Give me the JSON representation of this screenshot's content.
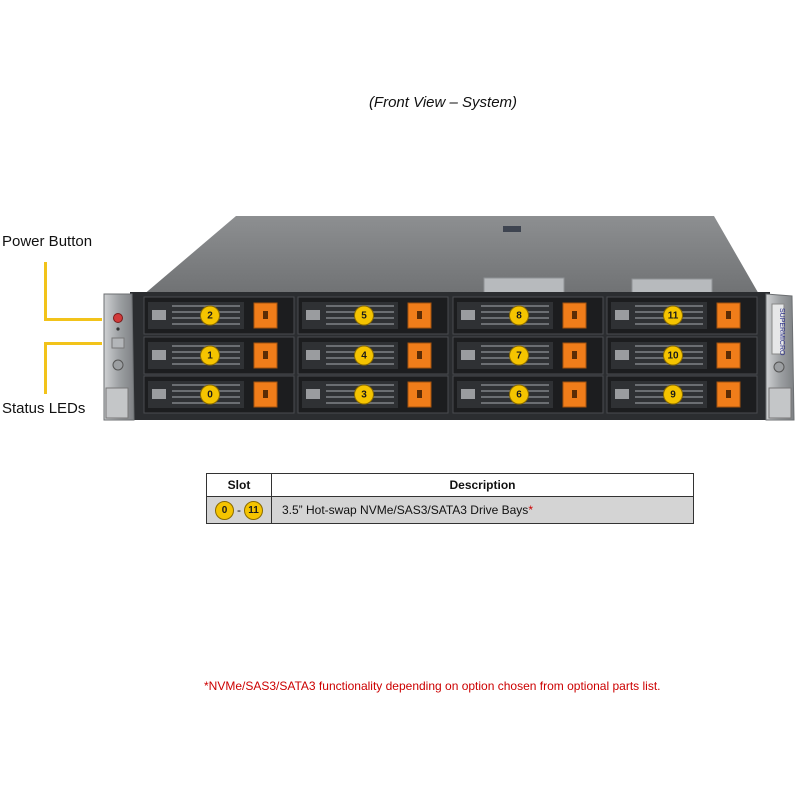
{
  "caption": "(Front View – System)",
  "callouts": {
    "power_button": "Power Button",
    "status_leds": "Status LEDs"
  },
  "chassis": {
    "brand": "SUPERMICRO",
    "bay_rows": [
      [
        "2",
        "5",
        "8",
        "11"
      ],
      [
        "1",
        "4",
        "7",
        "10"
      ],
      [
        "0",
        "3",
        "6",
        "9"
      ]
    ]
  },
  "table": {
    "headers": {
      "slot": "Slot",
      "description": "Description"
    },
    "rows": [
      {
        "slot_from": "0",
        "slot_sep": "-",
        "slot_to": "11",
        "description": "3.5” Hot-swap NVMe/SAS3/SATA3 Drive Bays",
        "description_mark": "*"
      }
    ]
  },
  "footnote": "*NVMe/SAS3/SATA3 functionality depending on option chosen from optional parts list.",
  "colors": {
    "badge": "#f5c400",
    "callout_line": "#f2c31a",
    "drive_latch": "#f07d1a",
    "footnote": "#cc0000"
  }
}
